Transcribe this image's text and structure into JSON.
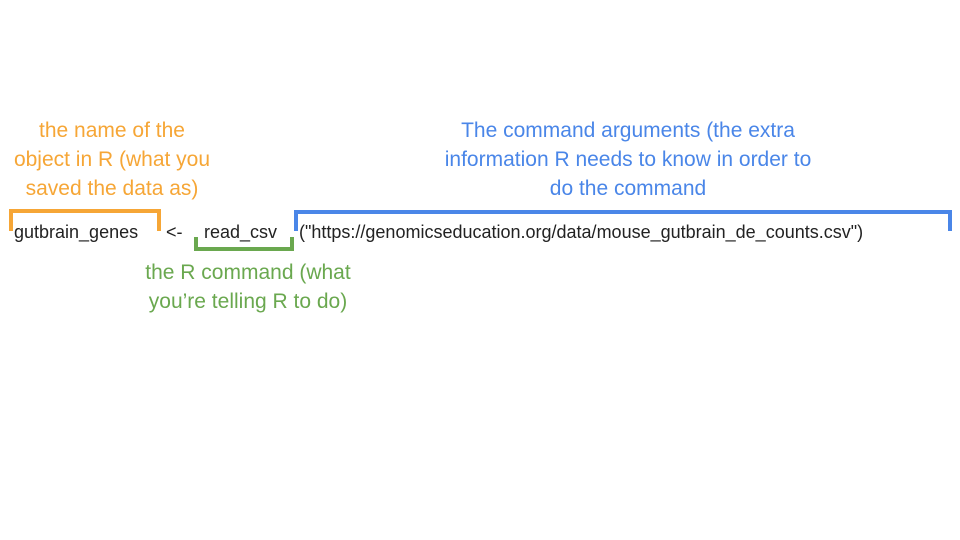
{
  "labels": {
    "object": [
      "the name of the",
      "object in R (what you",
      "saved the data as)"
    ],
    "arguments": [
      "The command arguments (the extra",
      "information R needs to know in order to",
      "do the command"
    ],
    "command": [
      "the R command (what",
      "you’re telling R to do)"
    ]
  },
  "code": {
    "object_name": "gutbrain_genes",
    "assign_op": "<-",
    "command": "read_csv",
    "arguments": "(\"https://genomicseducation.org/data/mouse_gutbrain_de_counts.csv\")"
  },
  "colors": {
    "object": "#f6a636",
    "arguments": "#4a86e8",
    "command": "#6aa84f",
    "code": "#222222"
  }
}
